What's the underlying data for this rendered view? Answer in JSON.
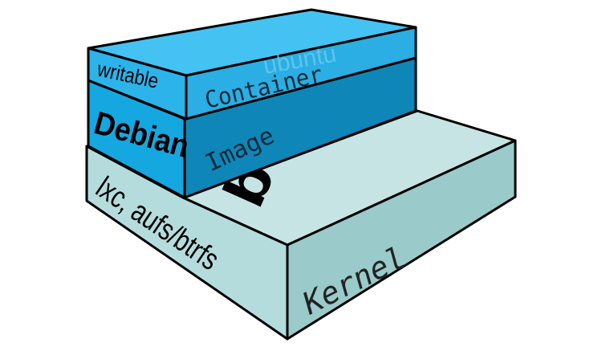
{
  "diagram": {
    "layers": [
      {
        "id": "kernel",
        "side_label": "lxc, aufs/btrfs",
        "top_label": "bootfs",
        "face_label": "Kernel",
        "colors": {
          "side": "#b5dcdc",
          "top": "#c6e4e4",
          "front": "#9acaca"
        }
      },
      {
        "id": "image",
        "side_label": "Debian",
        "face_label": "Image",
        "colors": {
          "side": "#15a7e0",
          "top": "#1b93c4",
          "front": "#0e86b8"
        }
      },
      {
        "id": "container",
        "side_label": "writable",
        "face_label": "Container",
        "ghost_label": "ubuntu",
        "colors": {
          "side": "#2bb3ea",
          "top": "#44c2f2",
          "front": "#2aaee3"
        }
      }
    ]
  }
}
